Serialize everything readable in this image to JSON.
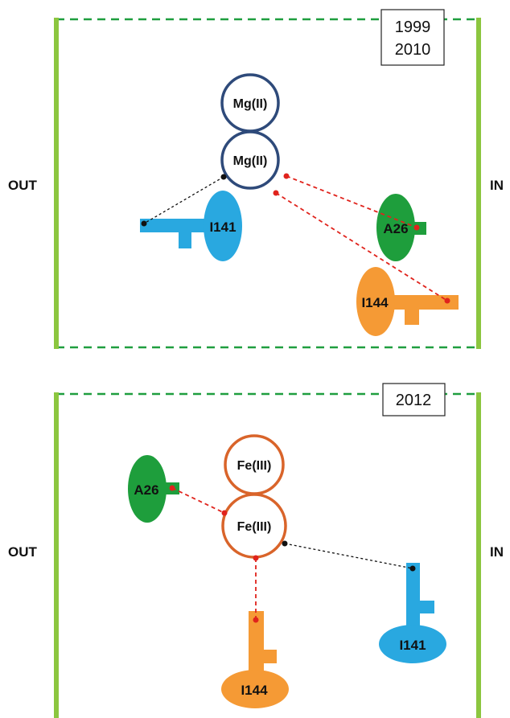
{
  "colors": {
    "membrane": "#8cc63f",
    "boundary": "#1f9e3f",
    "mg_ring": "#2e4a7a",
    "fe_ring": "#d9642a",
    "blue_key": "#29a8e0",
    "green_key": "#1e9e3c",
    "orange_key": "#f59a35",
    "red_link": "#e0231c",
    "black_link": "#111111"
  },
  "panels": [
    {
      "years": [
        "1999",
        "2010"
      ],
      "out_label": "OUT",
      "in_label": "IN",
      "ions": [
        "Mg(II)",
        "Mg(II)"
      ],
      "residues": {
        "i141": "I141",
        "a26": "A26",
        "i144": "I144"
      }
    },
    {
      "years": [
        "2012"
      ],
      "out_label": "OUT",
      "in_label": "IN",
      "ions": [
        "Fe(III)",
        "Fe(III)"
      ],
      "residues": {
        "a26": "A26",
        "i141": "I141",
        "i144": "I144"
      }
    }
  ]
}
